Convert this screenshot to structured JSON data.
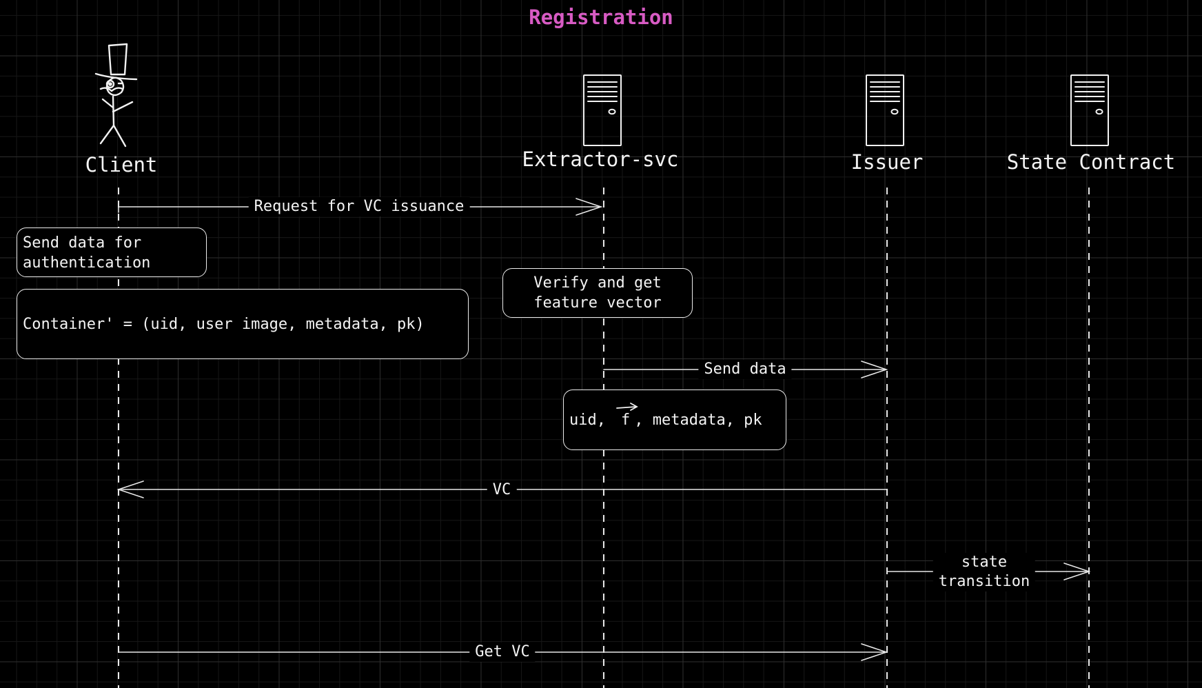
{
  "title": "Registration",
  "participants": [
    {
      "name": "Client",
      "icon": "stick-figure-top-hat-icon"
    },
    {
      "name": "Extractor-svc",
      "icon": "server-icon"
    },
    {
      "name": "Issuer",
      "icon": "server-icon"
    },
    {
      "name": "State Contract",
      "icon": "server-icon"
    }
  ],
  "messages": [
    {
      "from": "Client",
      "to": "Extractor-svc",
      "label": "Request for VC issuance"
    },
    {
      "from": "Extractor-svc",
      "to": "Issuer",
      "label": "Send data"
    },
    {
      "from": "Issuer",
      "to": "Client",
      "label": "VC"
    },
    {
      "from": "Issuer",
      "to": "State Contract",
      "label_line1": "state",
      "label_line2": "transition"
    },
    {
      "from": "Client",
      "to": "Issuer",
      "label": "Get VC"
    }
  ],
  "notes": {
    "send_data": {
      "line1": "Send data for",
      "line2": "authentication"
    },
    "container": "Container' = (uid, user image, metadata, pk)",
    "verify": {
      "line1": "Verify and get",
      "line2": "feature vector"
    },
    "payload": {
      "uid": "uid,",
      "f": "f",
      "rest": ", metadata, pk"
    }
  },
  "colors": {
    "background": "#000000",
    "title": "#d85bc4",
    "lines": "#eaeaea"
  }
}
